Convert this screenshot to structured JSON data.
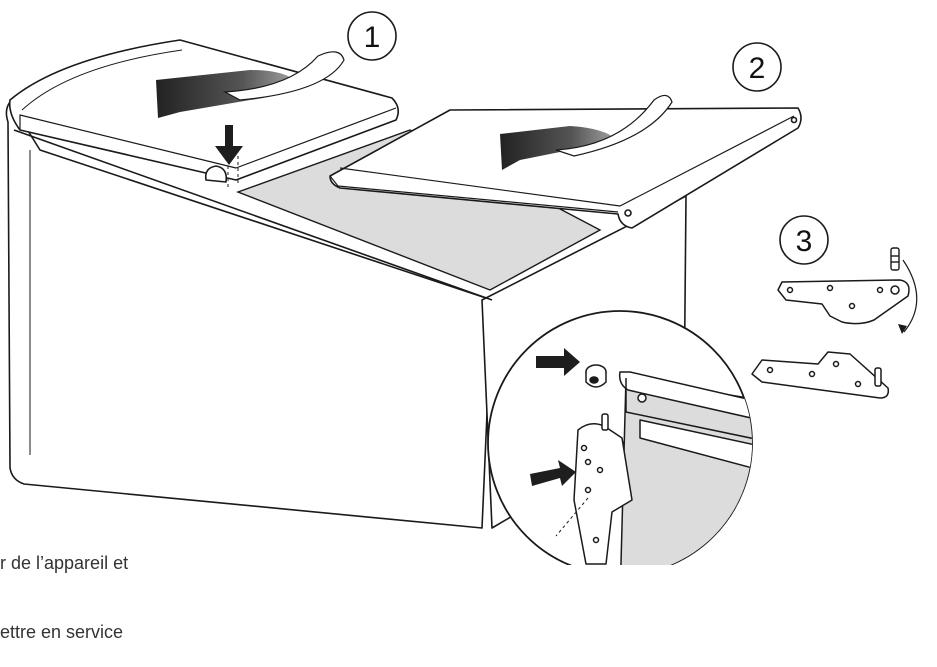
{
  "steps": [
    "1",
    "2",
    "3"
  ],
  "caption": {
    "line1": "r de l’appareil et",
    "line2": "ettre en service"
  },
  "colors": {
    "line": "#1a1a1a",
    "floor_panel": "#dcdcdc",
    "arrow_dark": "#1e1e1e",
    "arrow_mid": "#777777"
  }
}
